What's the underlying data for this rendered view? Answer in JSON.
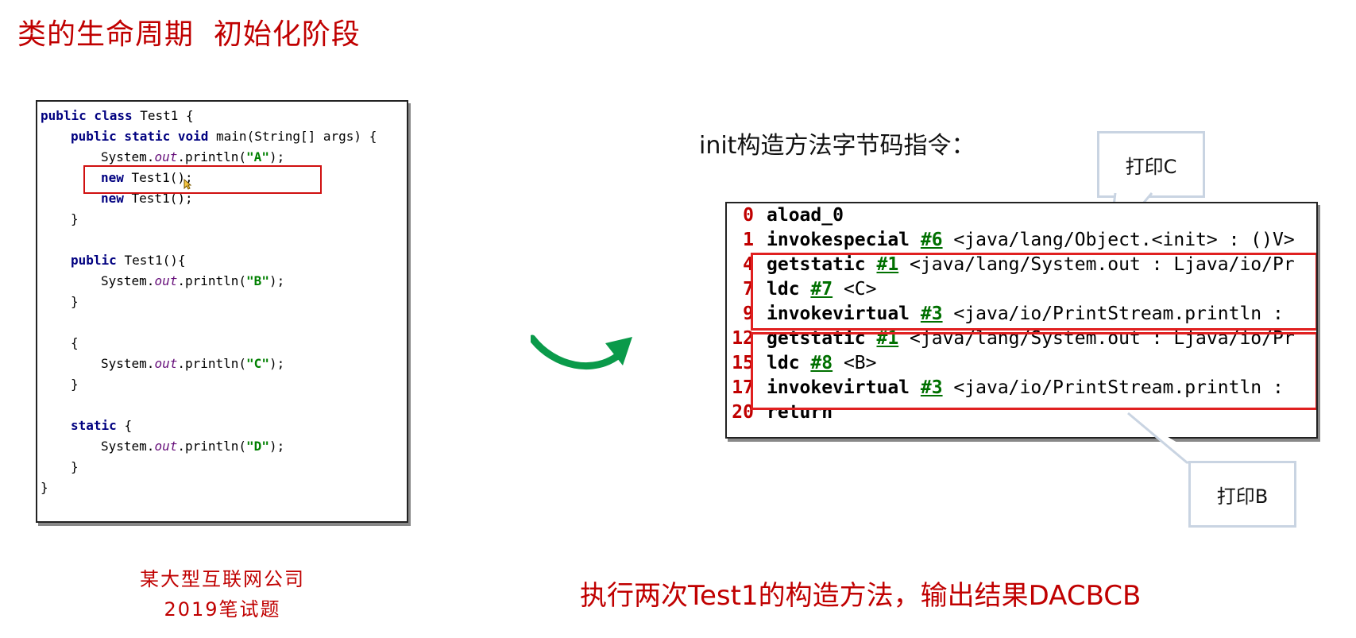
{
  "slide": {
    "title": "类的生命周期  初始化阶段",
    "subtitle": "init构造方法字节码指令：",
    "caption_left": [
      "某大型互联网公司",
      "2019笔试题"
    ],
    "caption_right": "执行两次Test1的构造方法，输出结果DACBCB"
  },
  "code": {
    "lines": [
      {
        "indent": 0,
        "parts": [
          {
            "t": "public class ",
            "c": "kw"
          },
          {
            "t": "Test1 {",
            "c": ""
          }
        ]
      },
      {
        "indent": 1,
        "parts": [
          {
            "t": "public static void ",
            "c": "kw"
          },
          {
            "t": "main(String[] args) {",
            "c": ""
          }
        ]
      },
      {
        "indent": 2,
        "parts": [
          {
            "t": "System.",
            "c": ""
          },
          {
            "t": "out",
            "c": "fld"
          },
          {
            "t": ".println(",
            "c": ""
          },
          {
            "t": "\"A\"",
            "c": "str"
          },
          {
            "t": ");",
            "c": ""
          }
        ]
      },
      {
        "indent": 2,
        "parts": [
          {
            "t": "new ",
            "c": "kw"
          },
          {
            "t": "Test1();",
            "c": ""
          }
        ]
      },
      {
        "indent": 2,
        "parts": [
          {
            "t": "new ",
            "c": "kw"
          },
          {
            "t": "Test1();",
            "c": ""
          }
        ]
      },
      {
        "indent": 1,
        "parts": [
          {
            "t": "}",
            "c": ""
          }
        ]
      },
      {
        "indent": 1,
        "parts": [
          {
            "t": "public ",
            "c": "kw"
          },
          {
            "t": "Test1(){",
            "c": ""
          }
        ]
      },
      {
        "indent": 2,
        "parts": [
          {
            "t": "System.",
            "c": ""
          },
          {
            "t": "out",
            "c": "fld"
          },
          {
            "t": ".println(",
            "c": ""
          },
          {
            "t": "\"B\"",
            "c": "str"
          },
          {
            "t": ");",
            "c": ""
          }
        ]
      },
      {
        "indent": 1,
        "parts": [
          {
            "t": "}",
            "c": ""
          }
        ]
      },
      {
        "indent": 1,
        "parts": [
          {
            "t": "{",
            "c": ""
          }
        ]
      },
      {
        "indent": 2,
        "parts": [
          {
            "t": "System.",
            "c": ""
          },
          {
            "t": "out",
            "c": "fld"
          },
          {
            "t": ".println(",
            "c": ""
          },
          {
            "t": "\"C\"",
            "c": "str"
          },
          {
            "t": ");",
            "c": ""
          }
        ]
      },
      {
        "indent": 1,
        "parts": [
          {
            "t": "}",
            "c": ""
          }
        ]
      },
      {
        "indent": 1,
        "parts": [
          {
            "t": "static ",
            "c": "kw"
          },
          {
            "t": "{",
            "c": ""
          }
        ]
      },
      {
        "indent": 2,
        "parts": [
          {
            "t": "System.",
            "c": ""
          },
          {
            "t": "out",
            "c": "fld"
          },
          {
            "t": ".println(",
            "c": ""
          },
          {
            "t": "\"D\"",
            "c": "str"
          },
          {
            "t": ");",
            "c": ""
          }
        ]
      },
      {
        "indent": 1,
        "parts": [
          {
            "t": "}",
            "c": ""
          }
        ]
      },
      {
        "indent": 0,
        "parts": [
          {
            "t": "}",
            "c": ""
          }
        ]
      }
    ]
  },
  "bytecode": {
    "lines": [
      {
        "num": "0",
        "op": "aload_0",
        "ref": "",
        "rest": ""
      },
      {
        "num": "1",
        "op": "invokespecial",
        "ref": "#6",
        "rest": " <java/lang/Object.<init> : ()V>"
      },
      {
        "num": "4",
        "op": "getstatic",
        "ref": "#1",
        "rest": " <java/lang/System.out : Ljava/io/Pr"
      },
      {
        "num": "7",
        "op": "ldc",
        "ref": "#7",
        "rest": " <C>"
      },
      {
        "num": "9",
        "op": "invokevirtual",
        "ref": "#3",
        "rest": " <java/io/PrintStream.println :"
      },
      {
        "num": "12",
        "op": "getstatic",
        "ref": "#1",
        "rest": " <java/lang/System.out : Ljava/io/Pr"
      },
      {
        "num": "15",
        "op": "ldc",
        "ref": "#8",
        "rest": " <B>"
      },
      {
        "num": "17",
        "op": "invokevirtual",
        "ref": "#3",
        "rest": " <java/io/PrintStream.println :"
      },
      {
        "num": "20",
        "op": "return",
        "ref": "",
        "rest": ""
      }
    ]
  },
  "callouts": {
    "top": "打印C",
    "bottom": "打印B"
  },
  "colors": {
    "accent": "#c00000",
    "arrow": "#0a9a4a",
    "highlight_box": "#e02020"
  }
}
